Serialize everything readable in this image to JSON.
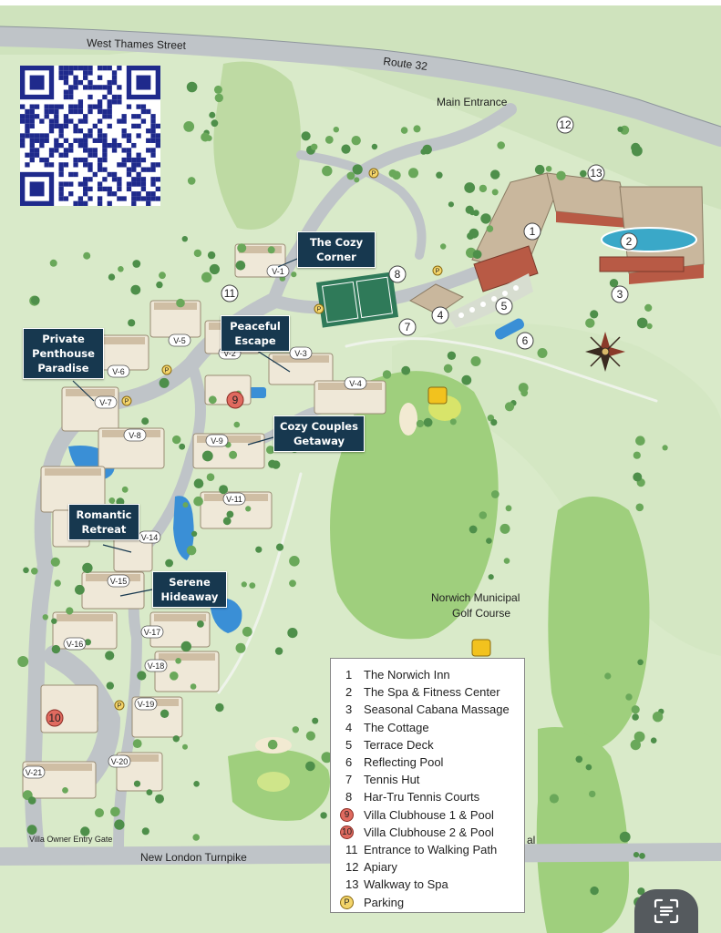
{
  "roads": {
    "west_thames": "West Thames Street",
    "route32": "Route 32",
    "new_london": "New London Turnpike"
  },
  "labels": {
    "main_entrance": "Main Entrance",
    "golf_course_line1": "Norwich Municipal",
    "golf_course_line2": "Golf Course",
    "villa_gate": "Villa Owner Entry Gate",
    "partial_text": "al"
  },
  "callouts": {
    "cozy_corner": [
      "The Cozy",
      "Corner"
    ],
    "peaceful_escape": [
      "Peaceful",
      "Escape"
    ],
    "private_penthouse": [
      "Private",
      "Penthouse",
      "Paradise"
    ],
    "cozy_couples": [
      "Cozy Couples",
      "Getaway"
    ],
    "romantic_retreat": [
      "Romantic",
      "Retreat"
    ],
    "serene_hideaway": [
      "Serene",
      "Hideaway"
    ]
  },
  "villas": [
    "V-1",
    "V-2",
    "V-3",
    "V-4",
    "V-5",
    "V-6",
    "V-7",
    "V-8",
    "V-9",
    "V-11",
    "V-14",
    "V-15",
    "V-16",
    "V-17",
    "V-18",
    "V-19",
    "V-20",
    "V-21"
  ],
  "map_markers": [
    "1",
    "2",
    "3",
    "4",
    "5",
    "6",
    "7",
    "8",
    "9",
    "10",
    "11",
    "12",
    "13"
  ],
  "legend": [
    {
      "num": "1",
      "label": "The Norwich Inn",
      "style": "plain"
    },
    {
      "num": "2",
      "label": "The Spa & Fitness Center",
      "style": "plain"
    },
    {
      "num": "3",
      "label": "Seasonal Cabana Massage",
      "style": "plain"
    },
    {
      "num": "4",
      "label": "The Cottage",
      "style": "plain"
    },
    {
      "num": "5",
      "label": "Terrace Deck",
      "style": "plain"
    },
    {
      "num": "6",
      "label": "Reflecting Pool",
      "style": "plain"
    },
    {
      "num": "7",
      "label": "Tennis Hut",
      "style": "plain"
    },
    {
      "num": "8",
      "label": "Har-Tru Tennis Courts",
      "style": "plain"
    },
    {
      "num": "9",
      "label": "Villa Clubhouse 1 & Pool",
      "style": "red"
    },
    {
      "num": "10",
      "label": "Villa Clubhouse 2 & Pool",
      "style": "red"
    },
    {
      "num": "11",
      "label": "Entrance to Walking Path",
      "style": "plain"
    },
    {
      "num": "12",
      "label": "Apiary",
      "style": "plain"
    },
    {
      "num": "13",
      "label": "Walkway to Spa",
      "style": "plain"
    },
    {
      "num": "P",
      "label": "Parking",
      "style": "p"
    }
  ],
  "colors": {
    "grass": "#cfe3bd",
    "grass_light": "#e3efd6",
    "fairway": "#9fcf7d",
    "road": "#bfc4c8",
    "water": "#3a8fd6",
    "callout_bg": "#17384f",
    "building_roof": "#c9b79d",
    "building_red": "#b85a45",
    "marker_red": "#e06a5f"
  },
  "icons": {
    "qr": "qr-code-icon",
    "compass": "compass-rose-icon",
    "scan": "scan-text-icon",
    "golf_flag": "golf-flag-icon"
  }
}
